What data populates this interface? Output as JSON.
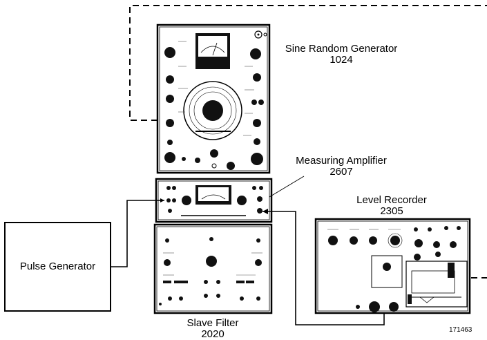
{
  "instruments": {
    "sine_random_generator": {
      "name": "Sine Random Generator",
      "model": "1024"
    },
    "measuring_amplifier": {
      "name": "Measuring Amplifier",
      "model": "2607"
    },
    "level_recorder": {
      "name": "Level Recorder",
      "model": "2305"
    },
    "slave_filter": {
      "name": "Slave Filter",
      "model": "2020"
    },
    "pulse_generator": {
      "name": "Pulse Generator"
    }
  },
  "figure_number": "171463"
}
